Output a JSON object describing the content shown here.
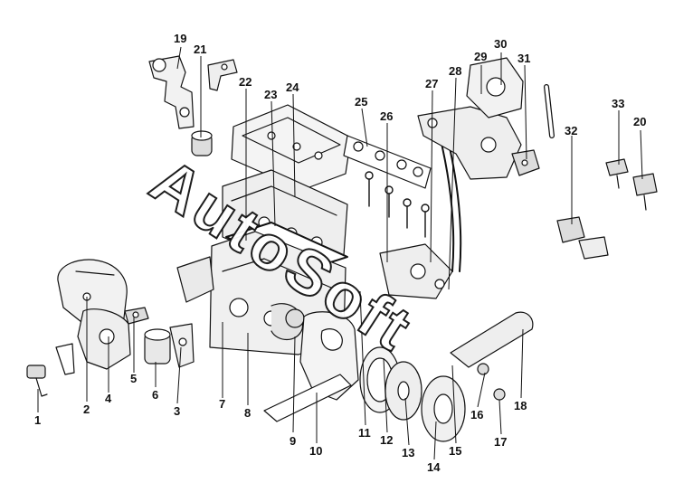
{
  "diagram": {
    "watermark": "AutoSoft",
    "callouts": [
      "1",
      "2",
      "3",
      "4",
      "5",
      "6",
      "7",
      "8",
      "9",
      "10",
      "11",
      "12",
      "13",
      "14",
      "15",
      "16",
      "17",
      "18",
      "19",
      "20",
      "21",
      "22",
      "23",
      "24",
      "25",
      "26",
      "27",
      "28",
      "29",
      "30",
      "31",
      "32",
      "33"
    ]
  },
  "colors": {
    "ink": "#111111",
    "paper": "#ffffff",
    "shade": "#e6e6e6"
  }
}
